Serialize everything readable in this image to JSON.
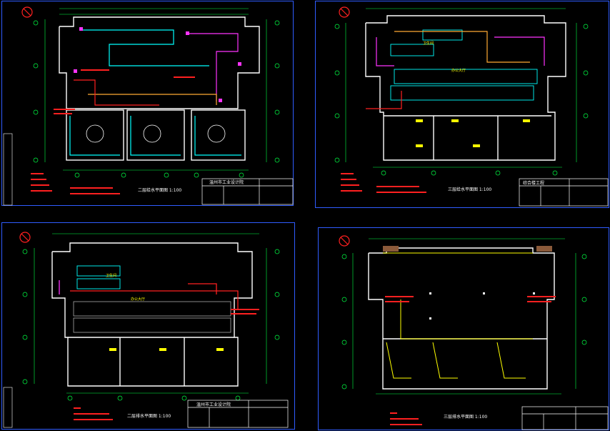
{
  "sheets": [
    {
      "id": "sheet-tl",
      "title": "二层给水平面图  1:100"
    },
    {
      "id": "sheet-tr",
      "title": "三层给水平面图  1:100"
    },
    {
      "id": "sheet-bl",
      "title": "二层排水平面图  1:100"
    },
    {
      "id": "sheet-br",
      "title": "三层排水平面图  1:100"
    }
  ],
  "labels": {
    "tl_dept": "温州市工业设计院",
    "bl_dept": "温州市工业设计院",
    "tr_room1": "卫生间",
    "tr_room2": "办公大厅",
    "bl_room1": "卫生间",
    "bl_room2": "办公大厅",
    "tr_block": "综合楼工程"
  },
  "colors": {
    "sheet_border": "#2f5cff",
    "wall": "#ffffff",
    "grid": "#00ff44",
    "pipe_red": "#ff2020",
    "pipe_magenta": "#ff33ff",
    "pipe_cyan": "#00ffff",
    "pipe_orange": "#ffaa33",
    "accent_yellow": "#ffff00"
  }
}
